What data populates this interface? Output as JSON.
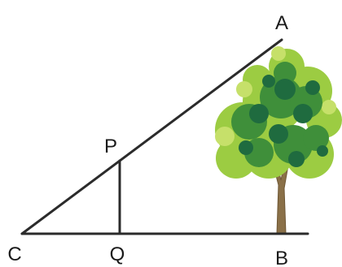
{
  "vertices": {
    "a": "A",
    "b": "B",
    "c": "C",
    "p": "P",
    "q": "Q"
  },
  "icons": {
    "tree": "tree-icon"
  },
  "colors": {
    "line": "#2b2b2b",
    "label": "#1a1a1a",
    "trunk": "#8a7048",
    "foliage_dark": "#1f6b3f",
    "foliage_mid": "#3f8f3a",
    "foliage_light": "#8cc63f",
    "foliage_pale": "#c6e06a"
  }
}
